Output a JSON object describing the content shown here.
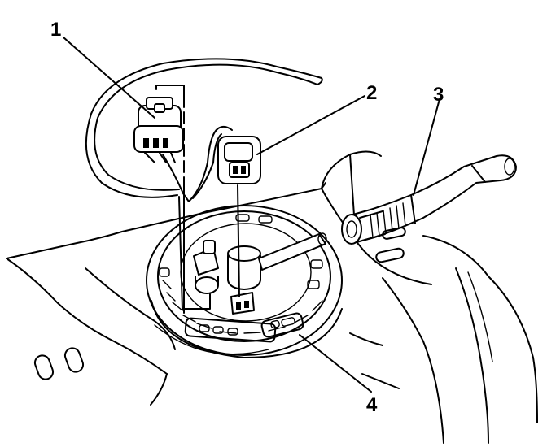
{
  "diagram": {
    "callouts": [
      {
        "id": 1,
        "label": "1",
        "target": "electrical-connector-left"
      },
      {
        "id": 2,
        "label": "2",
        "target": "electrical-connector-right"
      },
      {
        "id": 3,
        "label": "3",
        "target": "fuel-line"
      },
      {
        "id": 4,
        "label": "4",
        "target": "fuel-pump-module-cover"
      }
    ],
    "colors": {
      "ink": "#000000",
      "paper": "#ffffff"
    }
  }
}
